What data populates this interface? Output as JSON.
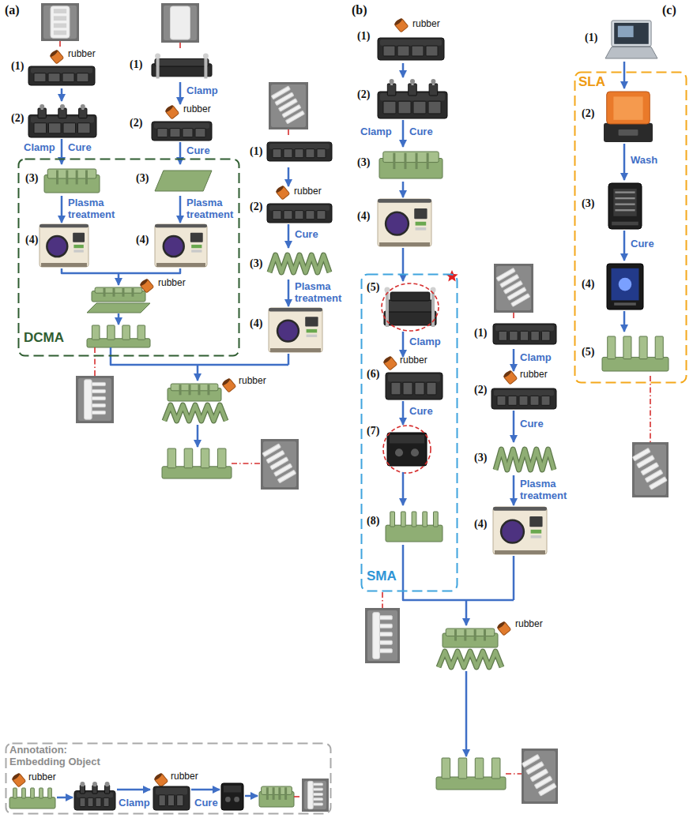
{
  "diagram": {
    "nodes": [
      {
        "text": [
          "(1)",
          "rubber"
        ]
      },
      {
        "text": [
          "(1)"
        ]
      },
      {
        "text": [
          "(2)"
        ]
      },
      {
        "text": [
          "(2)",
          "rubber"
        ]
      },
      {
        "text": [
          "DCMA"
        ]
      },
      {
        "text": [
          "(3)"
        ],
        "in": 4
      },
      {
        "text": [
          "(3)"
        ],
        "in": 4
      },
      {
        "text": [
          "(4)"
        ],
        "in": 4
      },
      {
        "text": [
          "(4)"
        ],
        "in": 4
      },
      {
        "text": [
          "(1)"
        ]
      },
      {
        "text": [
          "(2)",
          "rubber"
        ]
      },
      {
        "text": [
          "(3)"
        ]
      },
      {
        "text": [
          "(4)"
        ]
      },
      {
        "text": [
          "(1)",
          "rubber"
        ]
      },
      {
        "text": [
          "(2)"
        ]
      },
      {
        "text": [
          "(3)"
        ]
      },
      {
        "text": [
          "(4)"
        ]
      },
      {
        "text": [
          "SMA"
        ]
      },
      {
        "text": [
          "(5)"
        ],
        "in": 17
      },
      {
        "text": [
          "(6)",
          "rubber"
        ],
        "in": 17
      },
      {
        "text": [
          "(7)"
        ],
        "in": 17
      },
      {
        "text": [
          "(8)"
        ],
        "in": 17
      },
      {
        "text": [
          "(1)"
        ]
      },
      {
        "text": [
          "(2)",
          "rubber"
        ]
      },
      {
        "text": [
          "(3)"
        ]
      },
      {
        "text": [
          "(4)"
        ]
      },
      {
        "text": [
          "(1)"
        ]
      },
      {
        "text": [
          "SLA"
        ]
      },
      {
        "text": [
          "(2)"
        ],
        "in": 27
      },
      {
        "text": [
          "(3)"
        ],
        "in": 27
      },
      {
        "text": [
          "(4)"
        ],
        "in": 27
      },
      {
        "text": [
          "(5)"
        ],
        "in": 27
      },
      {
        "text": [
          "Annotation: Embedding Object"
        ]
      }
    ],
    "edges": [
      {
        "from": 0,
        "to": 2,
        "arrow": "to"
      },
      {
        "from": 2,
        "to": 5,
        "label": "Cure",
        "arrow": "to"
      },
      {
        "from": 1,
        "to": 3,
        "label": "Clamp",
        "arrow": "to"
      },
      {
        "from": 3,
        "to": 6,
        "label": "Cure",
        "arrow": "to"
      },
      {
        "from": 5,
        "to": 7,
        "label": "Plasma treatment",
        "arrow": "to"
      },
      {
        "from": 6,
        "to": 8,
        "label": "Plasma treatment",
        "arrow": "to"
      },
      {
        "from": 9,
        "to": 10,
        "arrow": "to"
      },
      {
        "from": 10,
        "to": 11,
        "label": "Cure",
        "arrow": "to"
      },
      {
        "from": 11,
        "to": 12,
        "label": "Plasma treatment",
        "arrow": "to"
      },
      {
        "from": 13,
        "to": 14,
        "arrow": "to"
      },
      {
        "from": 14,
        "to": 15,
        "label": "Cure",
        "arrow": "to"
      },
      {
        "from": 15,
        "to": 16,
        "arrow": "to"
      },
      {
        "from": 16,
        "to": 18,
        "arrow": "to"
      },
      {
        "from": 18,
        "to": 19,
        "label": "Clamp",
        "arrow": "to"
      },
      {
        "from": 19,
        "to": 20,
        "label": "Cure",
        "arrow": "to"
      },
      {
        "from": 20,
        "to": 21,
        "arrow": "to"
      },
      {
        "from": 22,
        "to": 23,
        "label": "Clamp",
        "arrow": "to"
      },
      {
        "from": 23,
        "to": 24,
        "label": "Cure",
        "arrow": "to"
      },
      {
        "from": 24,
        "to": 25,
        "label": "Plasma treatment",
        "arrow": "to"
      },
      {
        "from": 26,
        "to": 28,
        "arrow": "to"
      },
      {
        "from": 28,
        "to": 29,
        "label": "Wash",
        "arrow": "to"
      },
      {
        "from": 29,
        "to": 30,
        "label": "Cure",
        "arrow": "to"
      },
      {
        "from": 30,
        "to": 31,
        "arrow": "to"
      }
    ],
    "labels": [
      "(a)",
      "Clamp",
      "rubber",
      "rubber",
      "(b)",
      "Clamp",
      "rubber",
      "(c)",
      "rubber",
      "Clamp",
      "rubber",
      "Cure"
    ]
  }
}
